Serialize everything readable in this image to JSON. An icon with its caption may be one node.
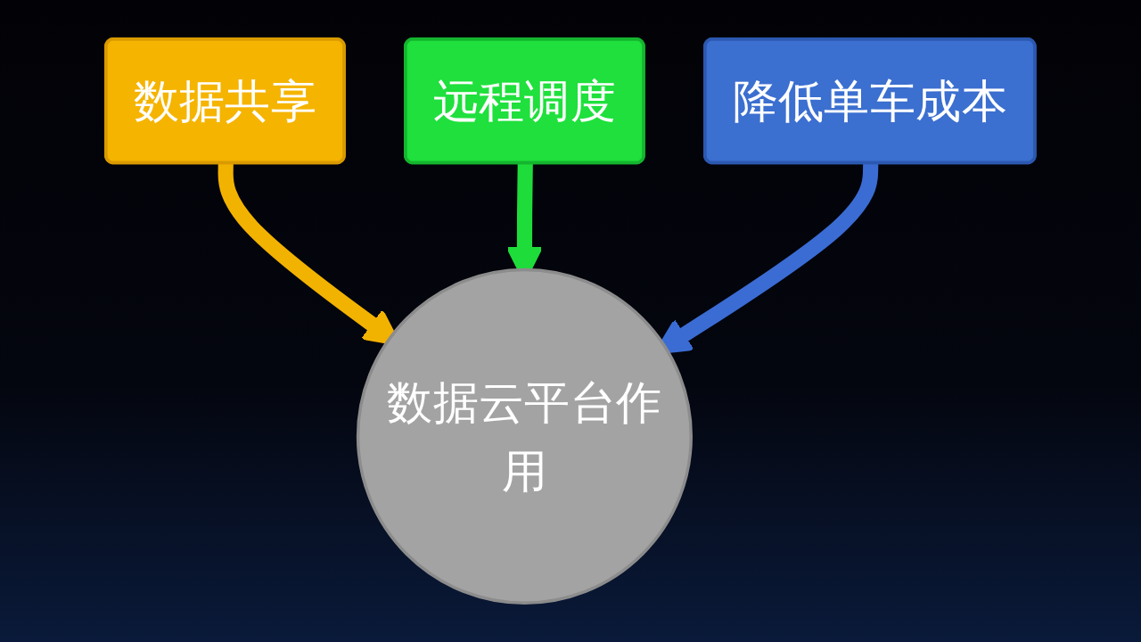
{
  "diagram": {
    "nodes": [
      {
        "text": [
          "数据共享"
        ]
      },
      {
        "text": [
          "远程调度"
        ]
      },
      {
        "text": [
          "降低单车成本"
        ]
      },
      {
        "text": [
          "数据云平台作用"
        ]
      }
    ],
    "edges": [
      {
        "from": 0,
        "to": 3,
        "arrow": "to",
        "color": "#f2b200"
      },
      {
        "from": 1,
        "to": 3,
        "arrow": "to",
        "color": "#1edc3a"
      },
      {
        "from": 2,
        "to": 3,
        "arrow": "to",
        "color": "#3a6cd4"
      }
    ]
  }
}
